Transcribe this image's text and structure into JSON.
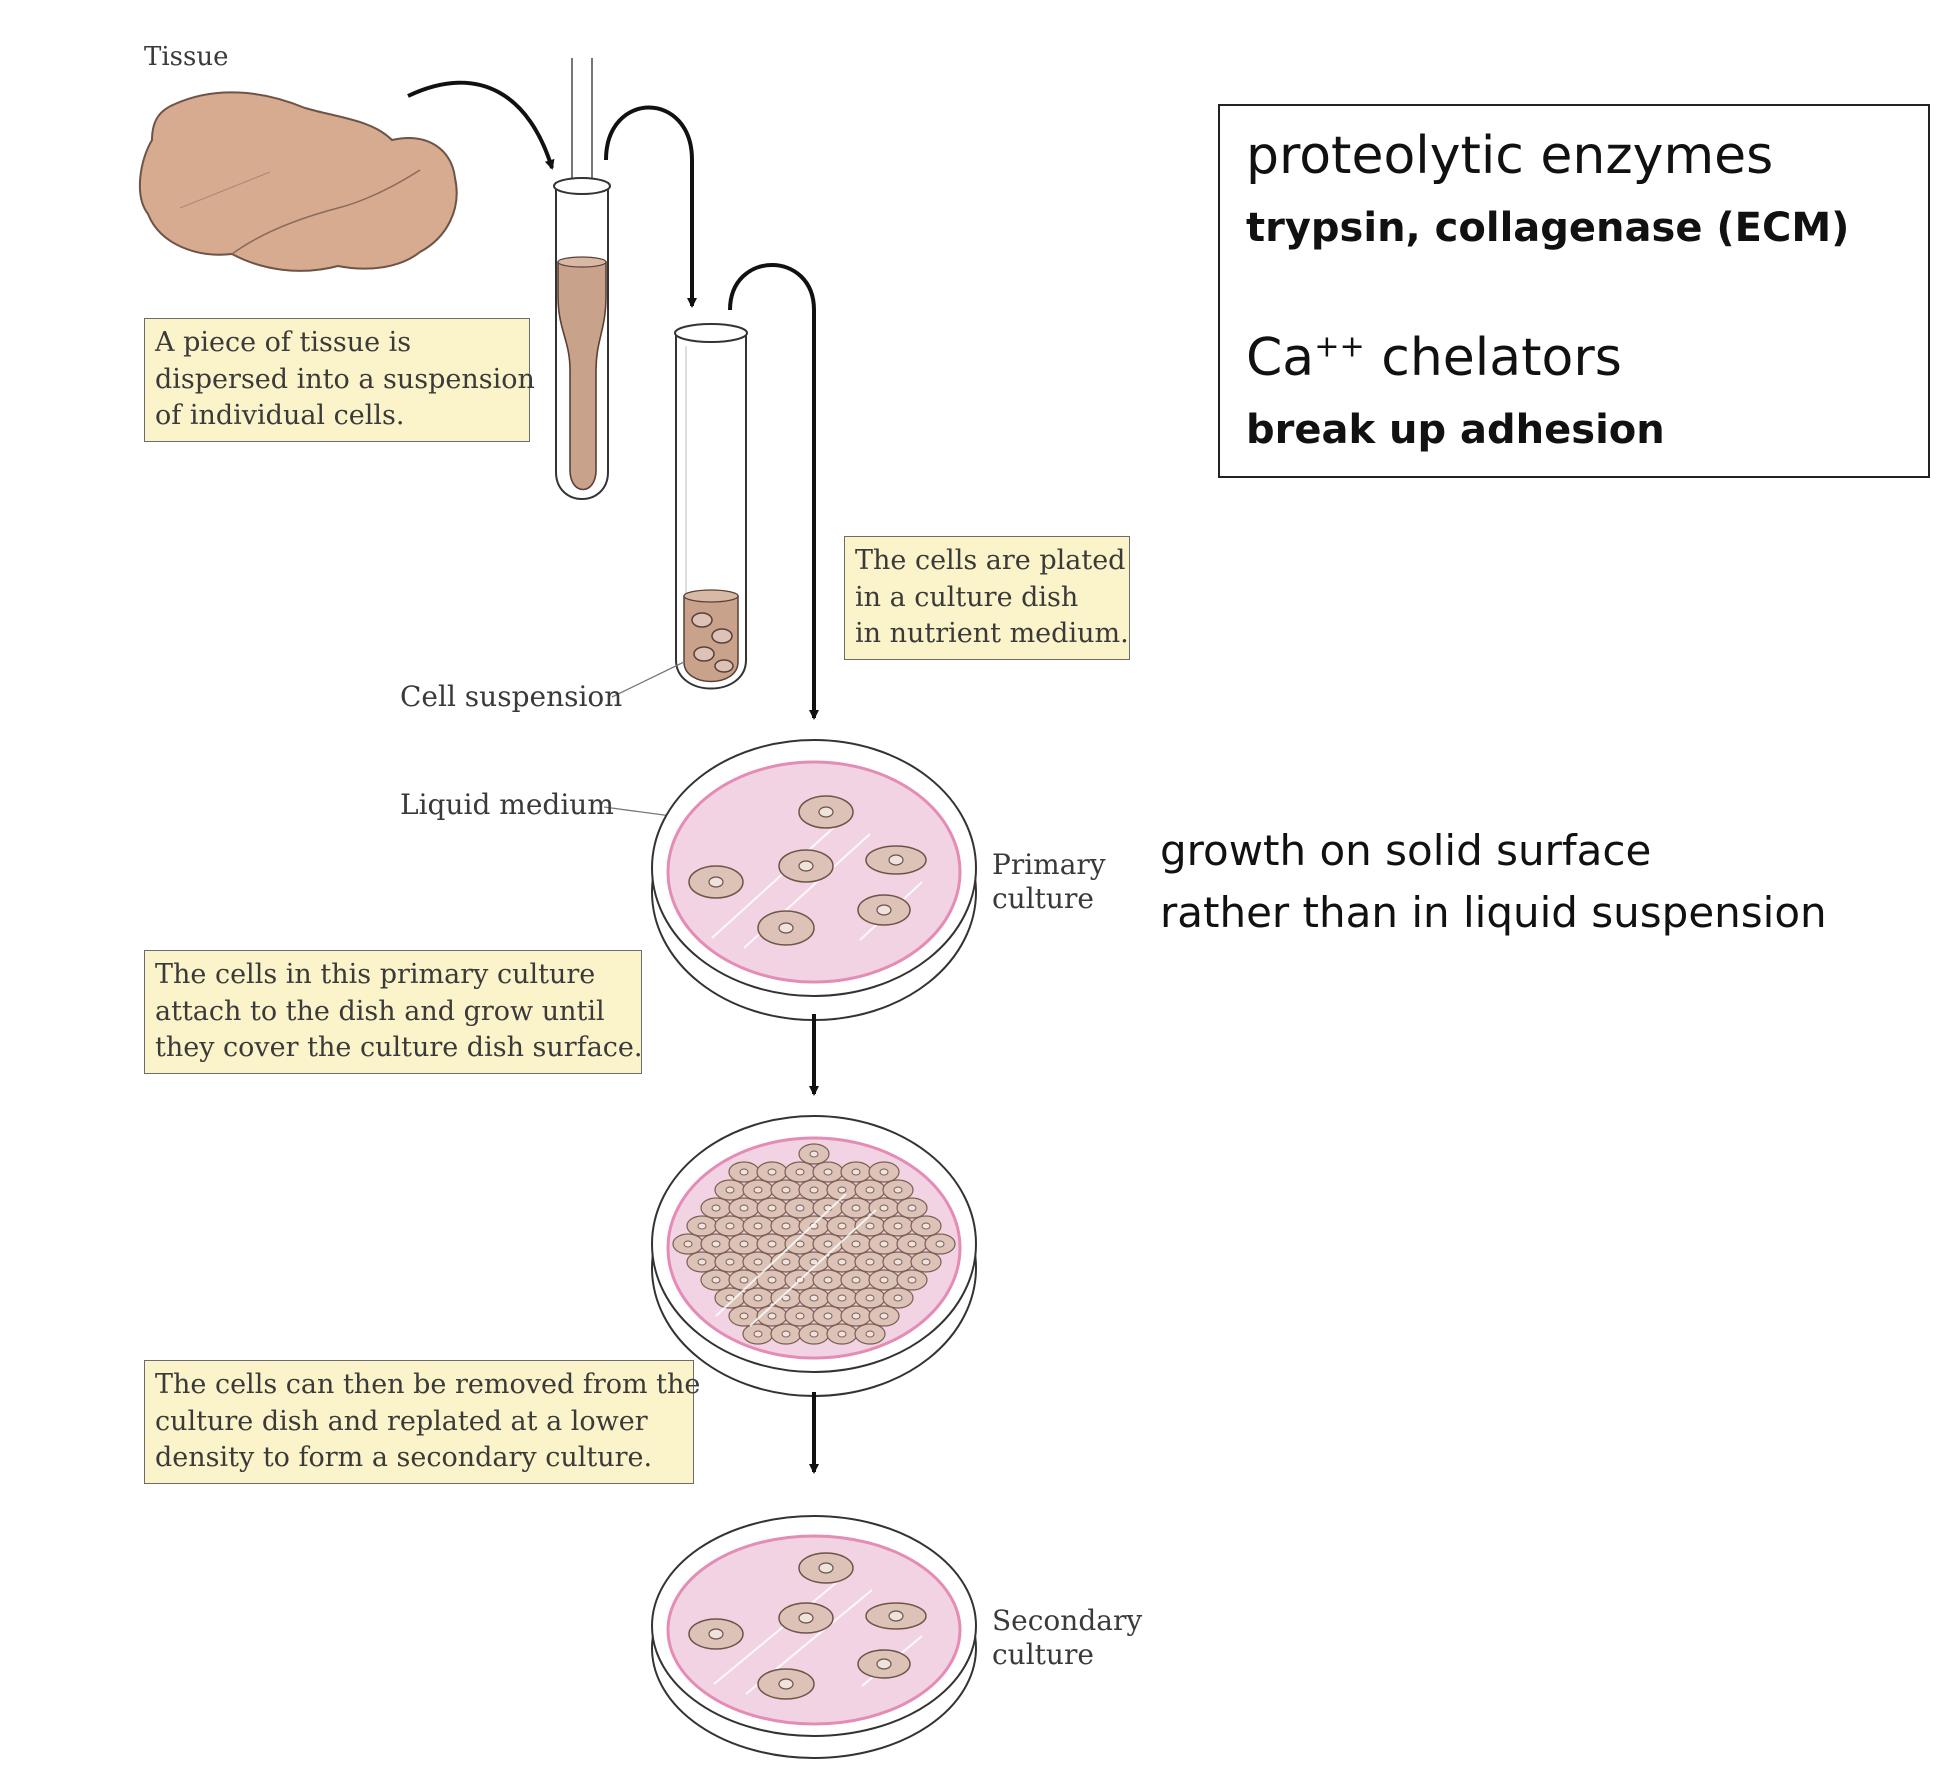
{
  "labels": {
    "tissue": "Tissue",
    "cell_suspension": "Cell suspension",
    "liquid_medium": "Liquid medium",
    "primary_culture": [
      "Primary",
      "culture"
    ],
    "secondary_culture": [
      "Secondary",
      "culture"
    ]
  },
  "captions": {
    "disperse": [
      "A piece of tissue is",
      "dispersed into a suspension",
      "of individual cells."
    ],
    "plated": [
      "The cells are plated",
      "in a culture dish",
      "in nutrient medium."
    ],
    "attach": [
      "The cells in this primary culture",
      "attach to the dish and grow until",
      "they cover the culture dish surface."
    ],
    "replate": [
      "The cells can then be removed from the",
      "culture dish and replated at a lower",
      "density to form a secondary culture."
    ]
  },
  "annotation_box": {
    "heading1": "proteolytic enzymes",
    "sub1": "trypsin, collagenase (ECM)",
    "heading2_base": "Ca",
    "heading2_sup": "++",
    "heading2_rest": " chelators",
    "sub2": "break up adhesion"
  },
  "growth_note": [
    "growth on solid surface",
    "rather than in liquid suspension"
  ],
  "colors": {
    "tissue": "#d6ab8f",
    "tissue_outline": "#6e5447",
    "tube_liquid": "#c9a28c",
    "dish_medium": "#f2d3e3",
    "dish_rim": "#e48cb6",
    "caption_fill": "#fbf3c9",
    "cell": "#dcc2b7"
  },
  "icons": [
    "tissue-sample",
    "test-tube",
    "culture-dish",
    "cell",
    "curved-arrow",
    "down-arrow"
  ]
}
